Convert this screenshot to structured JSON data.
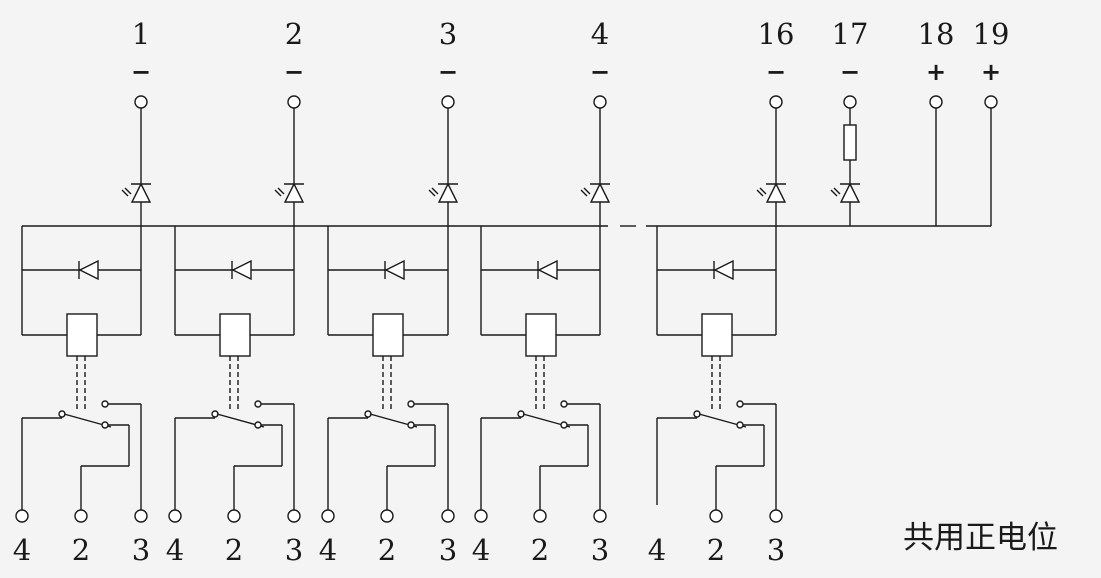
{
  "colors": {
    "line": "#1a1a1a",
    "background": "#f4f4f4"
  },
  "top_terminals": [
    {
      "label": "1",
      "polarity": "−",
      "kind": "led"
    },
    {
      "label": "2",
      "polarity": "−",
      "kind": "led"
    },
    {
      "label": "3",
      "polarity": "−",
      "kind": "led"
    },
    {
      "label": "4",
      "polarity": "−",
      "kind": "led"
    },
    {
      "label": "16",
      "polarity": "−",
      "kind": "led"
    },
    {
      "label": "17",
      "polarity": "−",
      "kind": "led-resistor"
    },
    {
      "label": "18",
      "polarity": "+",
      "kind": "bus"
    },
    {
      "label": "19",
      "polarity": "+",
      "kind": "bus"
    }
  ],
  "relay_modules": [
    {
      "contacts": [
        "4",
        "2",
        "3"
      ]
    },
    {
      "contacts": [
        "4",
        "2",
        "3"
      ]
    },
    {
      "contacts": [
        "4",
        "2",
        "3"
      ]
    },
    {
      "contacts": [
        "4",
        "2",
        "3"
      ]
    },
    {
      "contacts": [
        "4",
        "2",
        "3"
      ]
    }
  ],
  "caption": "共用正电位"
}
